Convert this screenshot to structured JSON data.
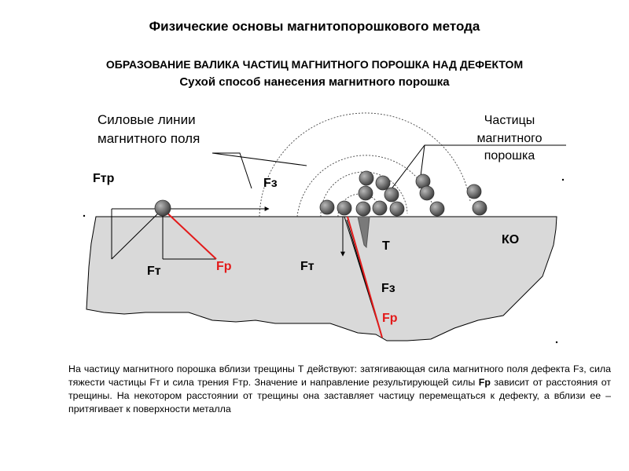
{
  "titles": {
    "main": "Физические основы магнитопорошкового метода",
    "sub1": "ОБРАЗОВАНИЕ ВАЛИКА ЧАСТИЦ МАГНИТНОГО ПОРОШКА НАД ДЕФЕКТОМ",
    "sub2": "Сухой способ нанесения магнитного порошка"
  },
  "labels": {
    "field_lines_1": "Силовые линии",
    "field_lines_2": "магнитного поля",
    "particles_1": "Частицы",
    "particles_2": "магнитного",
    "particles_3": "порошка",
    "ftr": "Fтр",
    "fz_top": "Fз",
    "ft_left": "Fт",
    "fp_left": "Fр",
    "ft_right": "Fт",
    "t": "Т",
    "fz_right": "Fз",
    "fp_right": "Fр",
    "ko": "КО"
  },
  "paragraph": {
    "part1": "На частицу магнитного порошка вблизи трещины Т действуют: затягивающая сила магнитного поля дефекта Fз, сила тяжести частицы  Fт и сила трения  Fтр. Значение и направление результирующей силы ",
    "bold": "Fр",
    "part2": "  зависит от расстояния от трещины. На некотором расстоянии от трещины она заставляет частицу перемещаться к дефекту, а вблизи ее – притягивает к поверхности металла"
  },
  "colors": {
    "metal": "#d9d9d9",
    "particle": "#6e6e6e",
    "resultant": "#e31a1a",
    "lines": "#000000"
  }
}
